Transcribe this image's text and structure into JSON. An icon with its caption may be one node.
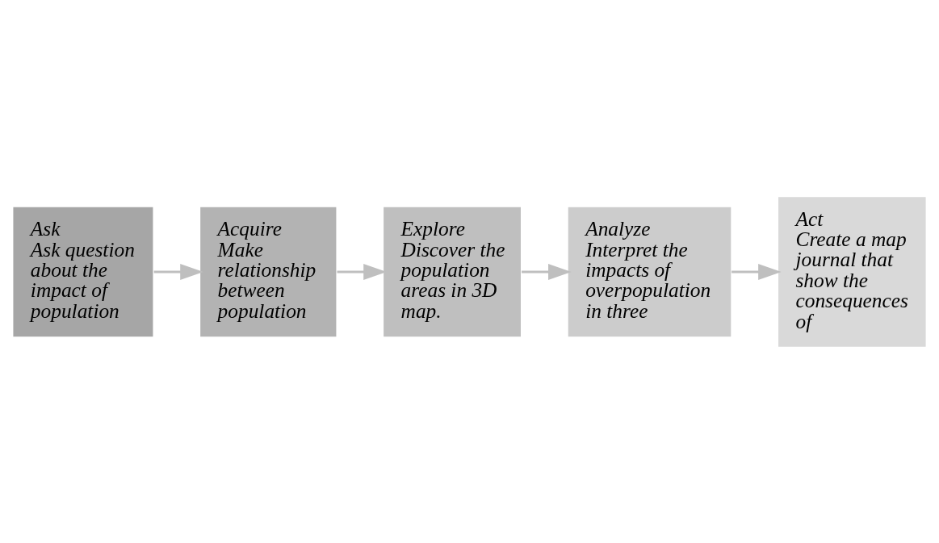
{
  "diagram": {
    "nodes": [
      {
        "text": [
          "Ask",
          "Ask question about the impact of population"
        ]
      },
      {
        "text": [
          "Acquire",
          "Make relationship between population"
        ]
      },
      {
        "text": [
          "Explore",
          "Discover the population areas in 3D map."
        ]
      },
      {
        "text": [
          "Analyze",
          "Interpret the impacts of overpopulation in three"
        ]
      },
      {
        "text": [
          "Act",
          "Create a map journal that show the consequences of"
        ]
      }
    ],
    "edges": [
      {
        "from": 0,
        "to": 1,
        "arrow": "to"
      },
      {
        "from": 1,
        "to": 2,
        "arrow": "to"
      },
      {
        "from": 2,
        "to": 3,
        "arrow": "to"
      },
      {
        "from": 3,
        "to": 4,
        "arrow": "to"
      }
    ]
  }
}
